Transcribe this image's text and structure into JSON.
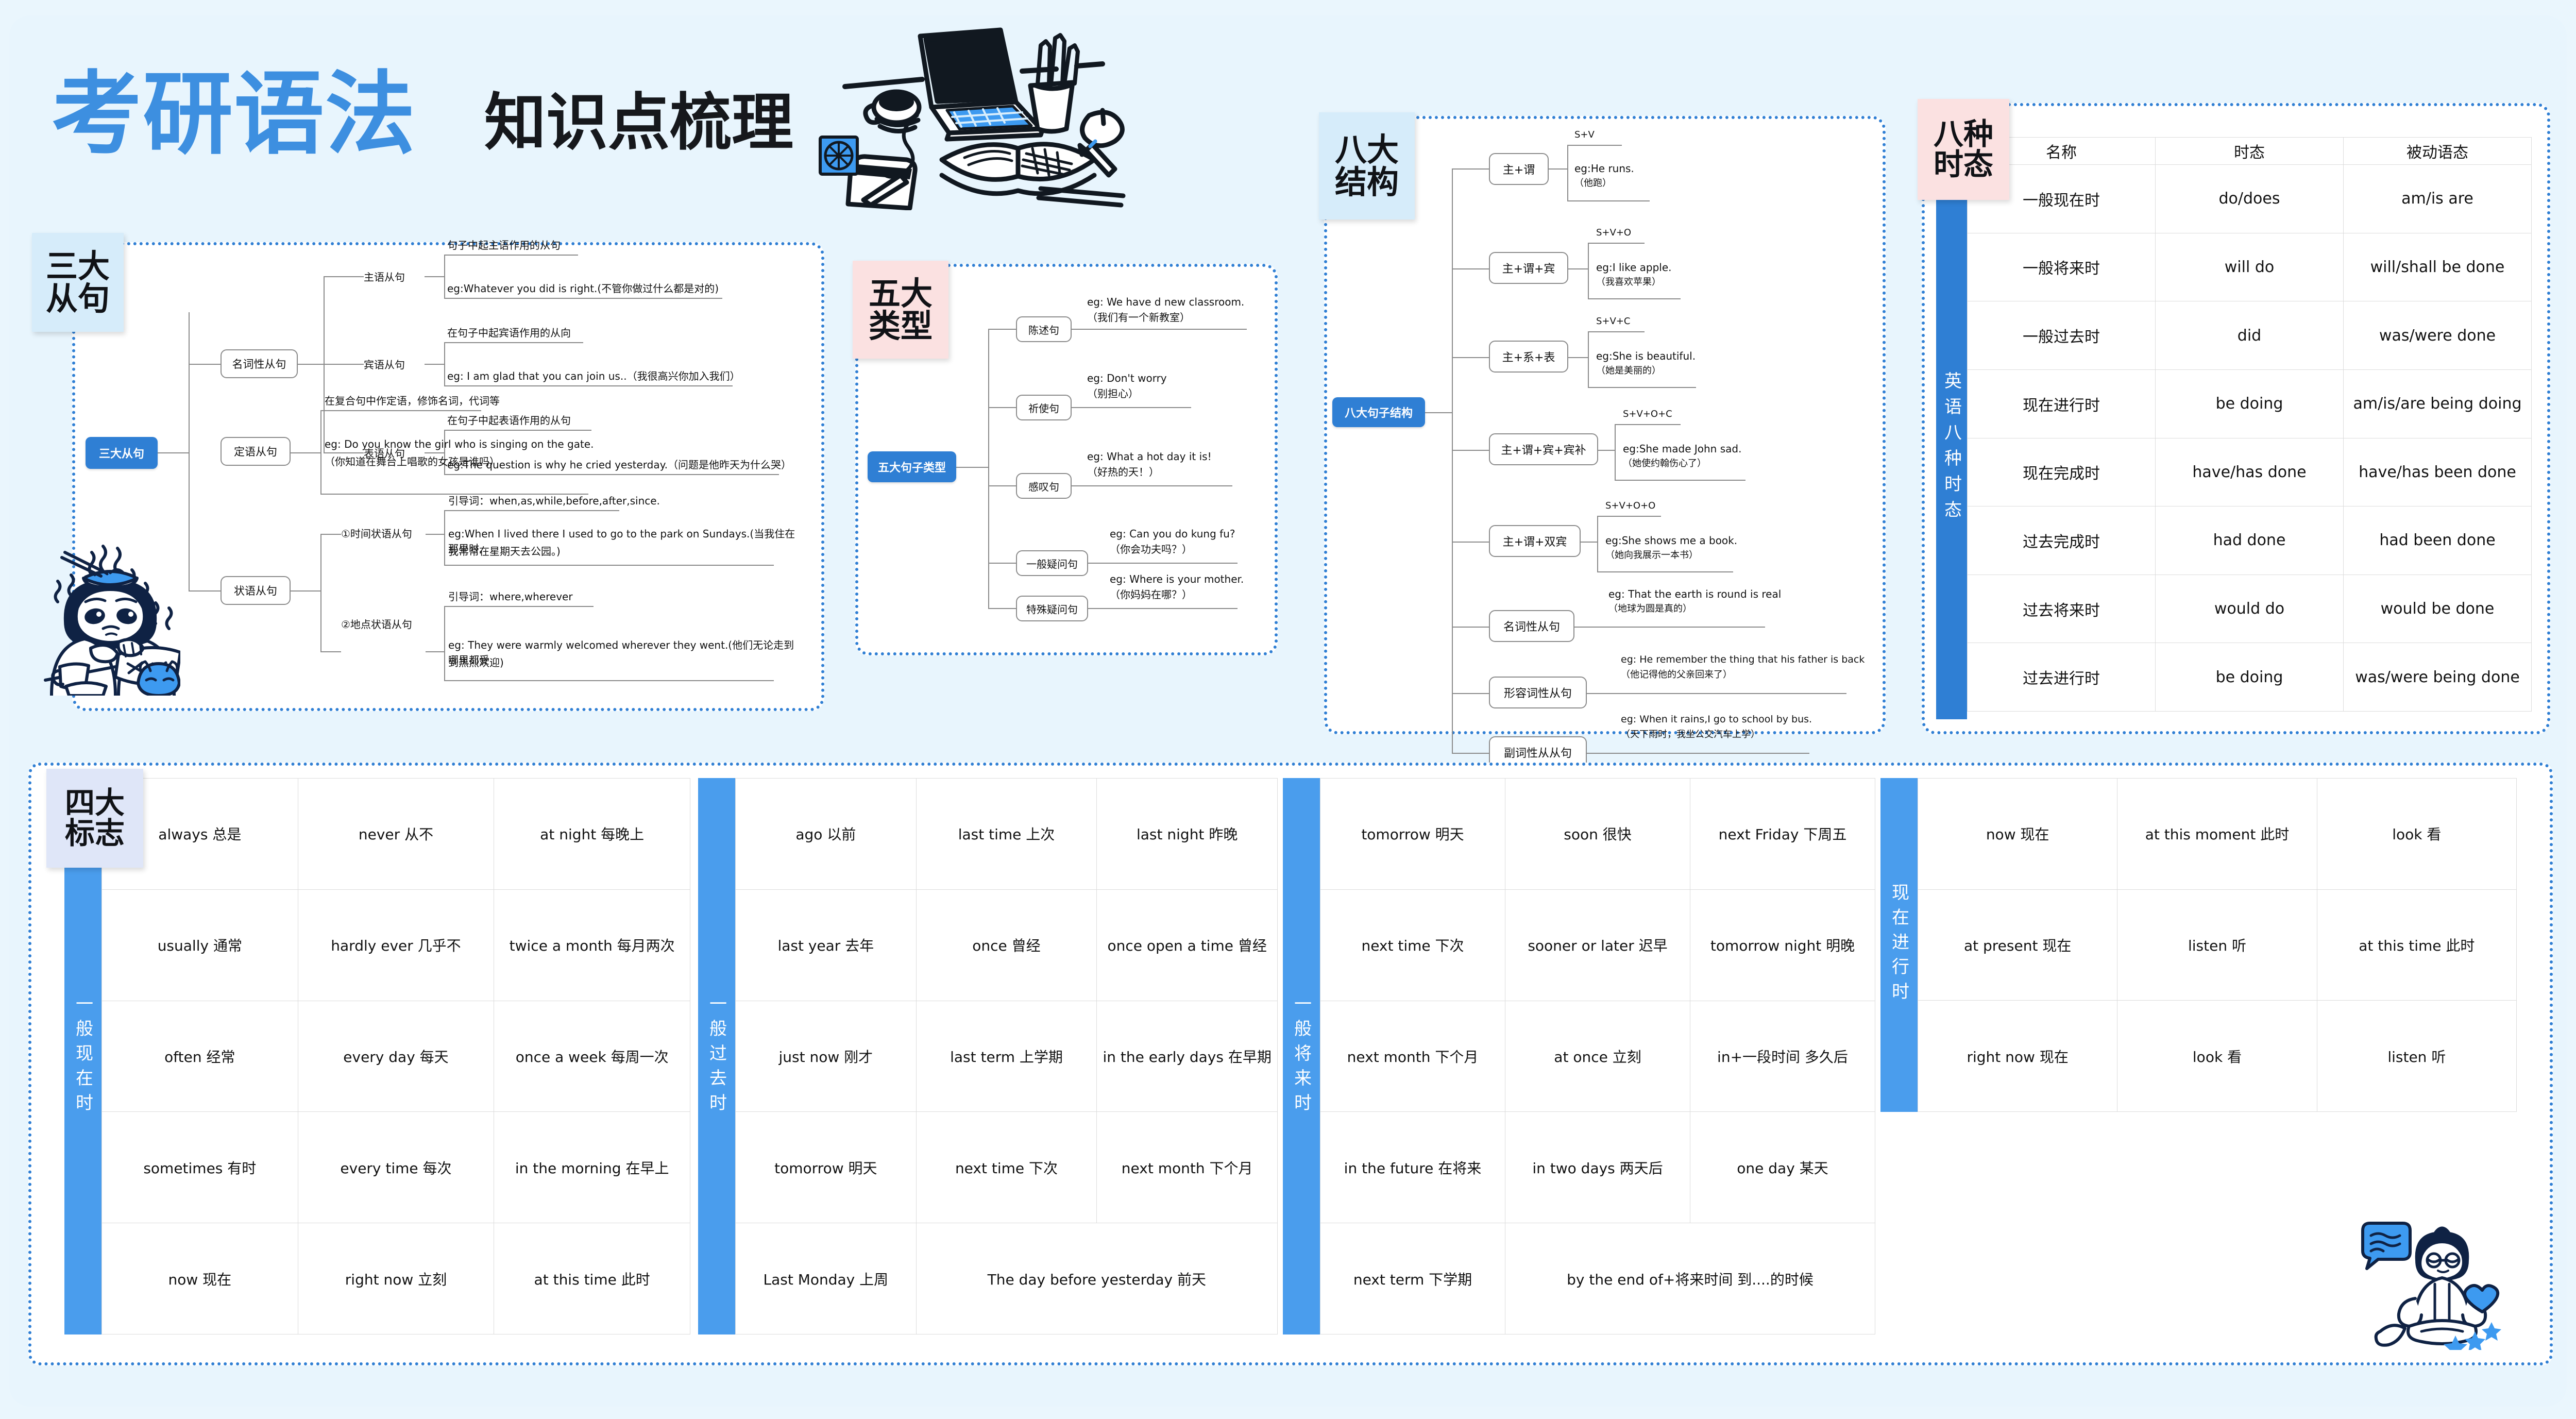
{
  "title": {
    "main": "考研语法",
    "sub": "知识点梳理"
  },
  "sections": {
    "clauses": {
      "tag_line1": "三大",
      "tag_line2": "从句"
    },
    "types": {
      "tag_line1": "五大",
      "tag_line2": "类型"
    },
    "structures": {
      "tag_line1": "八大",
      "tag_line2": "结构"
    },
    "tenses": {
      "tag_line1": "八种",
      "tag_line2": "时态",
      "band": "英语八种时态"
    },
    "markers": {
      "tag_line1": "四大",
      "tag_line2": "标志"
    }
  },
  "clauses": {
    "root": "三大从句",
    "branches": [
      {
        "name": "名词性从句",
        "children": [
          {
            "label": "主语从句",
            "desc": "句子中起主语作用的从句",
            "eg": "eg:Whatever you did is right.(不管你做过什么都是对的)"
          },
          {
            "label": "宾语从句",
            "desc": "在句子中起宾语作用的从向",
            "eg": "eg: I am glad that you can join us..（我很高兴你加入我们）"
          },
          {
            "label": "表语从句",
            "desc": "在句子中起表语作用的从句",
            "eg": "eg:The question is why he cried yesterday.（问题是他昨天为什么哭）"
          }
        ]
      },
      {
        "name": "定语从句",
        "desc": "在复合句中作定语，修饰名词，代词等",
        "eg": "eg: Do you know the girl who is singing on the gate.",
        "eg2": "（你知道在舞台上唱歌的女孩是谁吗）"
      },
      {
        "name": "状语从句",
        "children": [
          {
            "label": "①时间状语从句",
            "desc": "引导词：when,as,while,before,after,since.",
            "eg": "eg:When I lived there I used to go to the park on Sundays.(当我住在那里时,",
            "eg2": "我常常在星期天去公园。)"
          },
          {
            "label": "②地点状语从句",
            "desc": "引导词：where,wherever",
            "eg": "eg: They were warmly welcomed wherever they went.(他们无论走到哪里都受",
            "eg2": "到热烈欢迎)"
          }
        ]
      }
    ]
  },
  "types": {
    "root": "五大句子类型",
    "items": [
      {
        "label": "陈述句",
        "eg": "eg: We have d new classroom.",
        "eg_cn": "（我们有一个新教室）"
      },
      {
        "label": "祈使句",
        "eg": "eg: Don't worry",
        "eg_cn": "（别担心）"
      },
      {
        "label": "感叹句",
        "eg": "eg: What a hot day it is!",
        "eg_cn": "（好热的天！）"
      },
      {
        "label": "一般疑问句",
        "eg": "eg: Can you do kung fu?",
        "eg_cn": "（你会功夫吗？）"
      },
      {
        "label": "特殊疑问句",
        "eg": "eg: Where is your mother.",
        "eg_cn": "（你妈妈在哪？）"
      }
    ]
  },
  "structures": {
    "root": "八大句子结构",
    "items": [
      {
        "label": "主+谓",
        "formula": "S+V",
        "eg": "eg:He runs.",
        "eg_cn": "（他跑）"
      },
      {
        "label": "主+谓+宾",
        "formula": "S+V+O",
        "eg": "eg:I like apple.",
        "eg_cn": "（我喜欢苹果）"
      },
      {
        "label": "主+系+表",
        "formula": "S+V+C",
        "eg": "eg:She is beautiful.",
        "eg_cn": "（她是美丽的）"
      },
      {
        "label": "主+谓+宾+宾补",
        "formula": "S+V+O+C",
        "eg": "eg:She made John sad.",
        "eg_cn": "（她使约翰伤心了）"
      },
      {
        "label": "主+谓+双宾",
        "formula": "S+V+O+O",
        "eg": "eg:She shows me a book.",
        "eg_cn": "（她向我展示一本书）"
      },
      {
        "label": "名词性从句",
        "formula": "",
        "eg": "eg: That the earth is round is real",
        "eg_cn": "（地球为圆是真的）"
      },
      {
        "label": "形容词性从句",
        "formula": "",
        "eg": "eg: He remember the thing that his father is back",
        "eg_cn": "（他记得他的父亲回来了）"
      },
      {
        "label": "副词性从从句",
        "formula": "",
        "eg": "eg: When it rains,I go to school by bus.",
        "eg_cn": "（天下雨时，我坐公交汽车上学）"
      }
    ]
  },
  "tense_table": {
    "headers": [
      "名称",
      "时态",
      "被动语态"
    ],
    "rows": [
      [
        "一般现在时",
        "do/does",
        "am/is are"
      ],
      [
        "一般将来时",
        "will do",
        "will/shall be done"
      ],
      [
        "一般过去时",
        "did",
        "was/were done"
      ],
      [
        "现在进行时",
        "be doing",
        "am/is/are being doing"
      ],
      [
        "现在完成时",
        "have/has done",
        "have/has been done"
      ],
      [
        "过去完成时",
        "had done",
        "had been done"
      ],
      [
        "过去将来时",
        "would do",
        "would be done"
      ],
      [
        "过去进行时",
        "be doing",
        "was/were being done"
      ]
    ]
  },
  "marker_tables": [
    {
      "band": "一般现在时",
      "rows": [
        [
          "always 总是",
          "never 从不",
          "at night 每晚上"
        ],
        [
          "usually 通常",
          "hardly ever 几乎不",
          "twice a month 每月两次"
        ],
        [
          "often 经常",
          "every day 每天",
          "once a week 每周一次"
        ],
        [
          "sometimes 有时",
          "every time 每次",
          "in the morning 在早上"
        ],
        [
          "now 现在",
          "right now 立刻",
          "at this time 此时"
        ]
      ]
    },
    {
      "band": "一般过去时",
      "rows": [
        [
          "ago 以前",
          "last time 上次",
          "last night 昨晚"
        ],
        [
          "last year 去年",
          "once 曾经",
          "once open a time 曾经"
        ],
        [
          "just now 刚才",
          "last term 上学期",
          "in the early days 在早期"
        ],
        [
          "tomorrow 明天",
          "next time 下次",
          "next month 下个月"
        ],
        [
          "Last Monday 上周",
          "The day before yesterday 前天",
          "__MERGE__"
        ]
      ]
    },
    {
      "band": "一般将来时",
      "rows": [
        [
          "tomorrow 明天",
          "soon 很快",
          "next Friday 下周五"
        ],
        [
          "next time 下次",
          "sooner or later 迟早",
          "tomorrow night 明晚"
        ],
        [
          "next month 下个月",
          "at once 立刻",
          "in+一段时间 多久后"
        ],
        [
          "in the future 在将来",
          "in two days 两天后",
          "one day 某天"
        ],
        [
          "next term 下学期",
          "by the end of+将来时间 到....的时候",
          "__MERGE__"
        ]
      ]
    },
    {
      "band": "现在进行时",
      "rows": [
        [
          "now 现在",
          "at this moment 此时",
          "look 看"
        ],
        [
          "at present 现在",
          "listen 听",
          "at this time 此时"
        ],
        [
          "right now 现在",
          "look 看",
          "listen 听"
        ]
      ]
    }
  ],
  "colors": {
    "page_bg": "#e8f5fd",
    "accent_blue": "#2f7fd4",
    "band_blue": "#4a9ded",
    "tag_blue": "#d6ecfa",
    "tag_pink": "#fbe1e1",
    "tag_lavender": "#dfe6f8",
    "title_blue": "#3d8fe0"
  }
}
